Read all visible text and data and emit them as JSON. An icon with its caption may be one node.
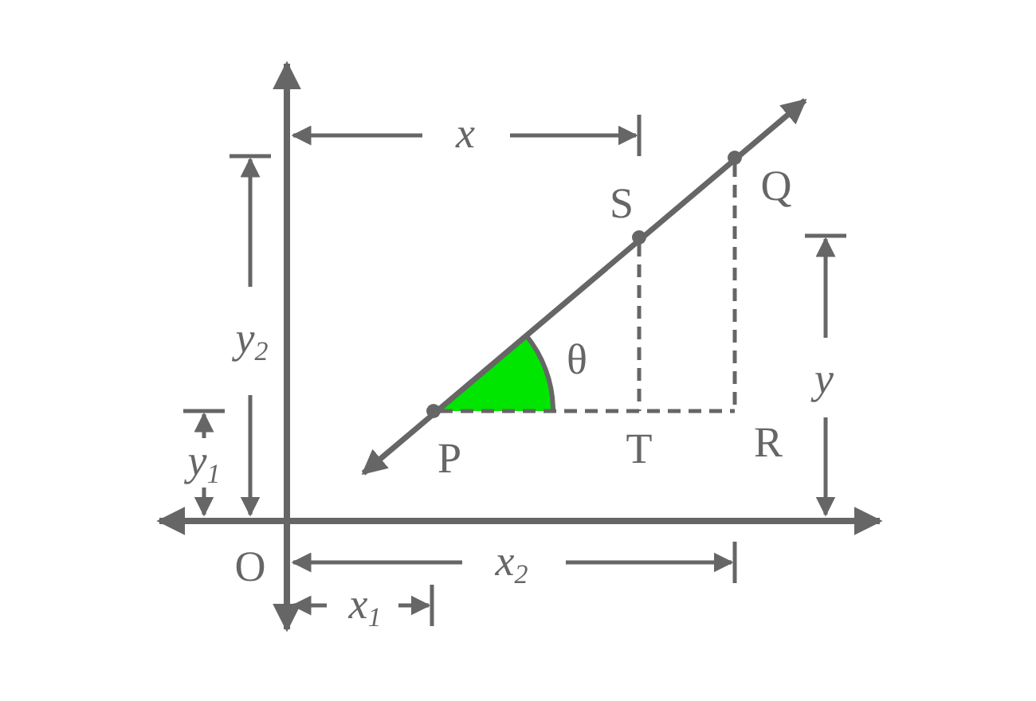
{
  "diagram": {
    "labels": [
      "x",
      "S",
      "Q",
      "y$_{2}$",
      "θ",
      "y",
      "y$_{1}$",
      "P",
      "T",
      "R",
      "O",
      "x$_{2}$",
      "x$_{1}$"
    ]
  }
}
